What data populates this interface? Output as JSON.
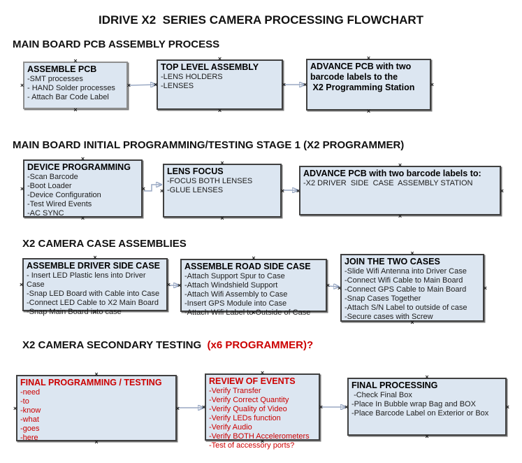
{
  "title": "IDRIVE X2  SERIES CAMERA PROCESSING FLOWCHART",
  "glyphs": {
    "connection_point": "×"
  },
  "colors": {
    "accent_red": "#cc0000",
    "box_fill": "#dce6f1",
    "box_border": "#404040",
    "arrow_line": "#9aa9c4",
    "arrow_head": "#31497a"
  },
  "sections": [
    {
      "heading": "MAIN BOARD PCB ASSEMBLY PROCESS",
      "boxes": [
        {
          "title": "ASSEMBLE PCB",
          "items": [
            "-SMT processes",
            "- HAND Solder processes",
            "- Attach Bar Code Label"
          ]
        },
        {
          "title": "TOP LEVEL ASSEMBLY",
          "items": [
            "-LENS HOLDERS",
            "-LENSES"
          ]
        },
        {
          "title": "ADVANCE PCB with two\nbarcode labels to the\n X2 Programming Station",
          "items": []
        }
      ]
    },
    {
      "heading": "MAIN BOARD INITIAL PROGRAMMING/TESTING STAGE 1 (X2 PROGRAMMER)",
      "boxes": [
        {
          "title": "DEVICE PROGRAMMING",
          "items": [
            "-Scan Barcode",
            "-Boot Loader",
            "-Device Configuration",
            "-Test Wired Events",
            "-AC SYNC"
          ]
        },
        {
          "title": "LENS FOCUS",
          "items": [
            "-FOCUS BOTH LENSES",
            "-GLUE LENSES"
          ]
        },
        {
          "title": "ADVANCE PCB with two barcode labels to:",
          "items": [
            "-X2 DRIVER  SIDE  CASE  ASSEMBLY STATION"
          ]
        }
      ]
    },
    {
      "heading": "X2 CAMERA CASE ASSEMBLIES",
      "boxes": [
        {
          "title": "ASSEMBLE DRIVER SIDE CASE",
          "items": [
            "- Insert LED Plastic lens into Driver Case",
            "-Snap LED Board with Cable into Case",
            "-Connect LED Cable to X2 Main Board",
            "-Snap Main Board into case"
          ]
        },
        {
          "title": "ASSEMBLE ROAD SIDE CASE",
          "items": [
            "-Attach Support Spur to Case",
            "-Attach Windshield Support",
            "-Attach Wifi Assembly to Case",
            "-Insert GPS Module into Case",
            "-Attach Wifi Label to Outside of Case"
          ]
        },
        {
          "title": "JOIN THE TWO CASES",
          "items": [
            "-Slide Wifi Antenna into Driver Case",
            "-Connect Wifi Cable to Main Board",
            "-Connect GPS Cable to Main Board",
            "-Snap Cases Together",
            "-Attach S/N Label to outside of case",
            "-Secure cases with Screw"
          ]
        }
      ]
    },
    {
      "heading": "X2 CAMERA SECONDARY TESTING ",
      "heading_accent": " (x6 PROGRAMMER)?",
      "boxes": [
        {
          "title": "FINAL PROGRAMMING / TESTING",
          "items": [
            "-need",
            "-to",
            "-know",
            "-what",
            "-goes",
            "-here"
          ]
        },
        {
          "title": "REVIEW OF EVENTS",
          "items": [
            "-Verify Transfer",
            "-Verify Correct Quantity",
            "-Verify Quality of Video",
            "-Verify LEDs function",
            "-Verify Audio",
            "-Verify BOTH Accelerometers",
            "-Test of accessory ports?"
          ]
        },
        {
          "title": "FINAL PROCESSING",
          "items": [
            " -Check Final Box",
            "-Place In Bubble wrap Bag and BOX",
            "-Place Barcode Label on Exterior or Box"
          ]
        }
      ]
    }
  ]
}
